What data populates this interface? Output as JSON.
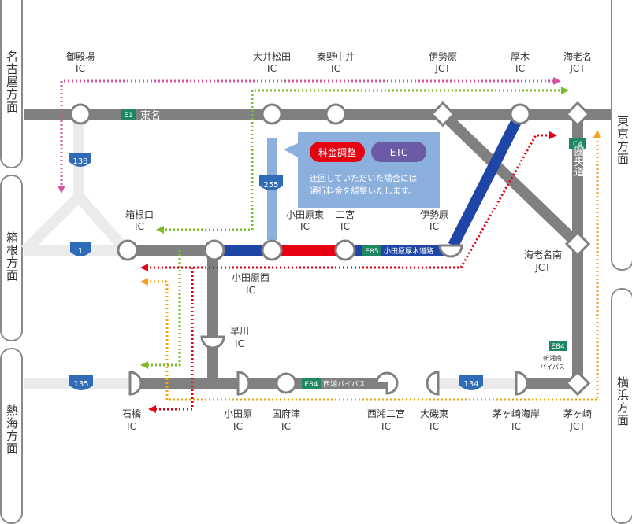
{
  "side": {
    "nagoya": "名古屋方面",
    "hakone": "箱根方面",
    "atami": "熱海方面",
    "tokyo": "東京方面",
    "yokohama": "横浜方面"
  },
  "labels": {
    "gotemba_1": "御殿場",
    "gotemba_2": "IC",
    "oimatsuda_1": "大井松田",
    "oimatsuda_2": "IC",
    "hadano_1": "秦野中井",
    "hadano_2": "IC",
    "isehara_jct_1": "伊勢原",
    "isehara_jct_2": "JCT",
    "atsugi_1": "厚木",
    "atsugi_2": "IC",
    "ebina_jct_1": "海老名",
    "ebina_jct_2": "JCT",
    "hakoneguchi_1": "箱根口",
    "hakoneguchi_2": "IC",
    "odawara_higashi_1": "小田原東",
    "odawara_higashi_2": "IC",
    "ninomiya_1": "二宮",
    "ninomiya_2": "IC",
    "isehara_ic_1": "伊勢原",
    "isehara_ic_2": "IC",
    "ebina_minami_1": "海老名南",
    "ebina_minami_2": "JCT",
    "odawara_nishi_1": "小田原西",
    "odawara_nishi_2": "IC",
    "hayakawa_1": "早川",
    "hayakawa_2": "IC",
    "ishibashi_1": "石橋",
    "ishibashi_2": "IC",
    "odawara_1": "小田原",
    "odawara_2": "IC",
    "kozu_1": "国府津",
    "kozu_2": "IC",
    "nishisho_ninomiya_1": "西湘二宮",
    "nishisho_ninomiya_2": "IC",
    "oiso_higashi_1": "大磯東",
    "oiso_higashi_2": "IC",
    "chigasaki_kaigan_1": "茅ヶ崎海岸",
    "chigasaki_kaigan_2": "IC",
    "chigasaki_jct_1": "茅ヶ崎",
    "chigasaki_jct_2": "JCT"
  },
  "roads": {
    "tomei_code": "E1",
    "tomei_name": "東名",
    "odawara_atsugi_code": "E85",
    "odawara_atsugi_name": "小田原厚木道路",
    "seisho_code": "E84",
    "seisho_name": "西湘バイパス",
    "shinshonan_code": "E84",
    "shinshonan_name_1": "新湘南",
    "shinshonan_name_2": "バイパス",
    "ken_o_code": "C4",
    "ken_o_name": "圏央道",
    "route138": "138",
    "route1": "1",
    "route255": "255",
    "route135": "135",
    "route134": "134"
  },
  "callout": {
    "fee_badge": "料金調整",
    "etc_badge": "ETC",
    "text_1": "迂回していただいた場合には",
    "text_2": "通行料金を調整いたします。"
  },
  "colors": {
    "expressway": "#808080",
    "general_road": "#ebebeb",
    "blue_section": "#1f46a6",
    "red_section": "#e60012",
    "callout_bg": "#8cb0de",
    "route_pink": "#d9529b",
    "route_green": "#7cbd25",
    "route_red": "#e60012",
    "route_orange": "#f5a017",
    "code_badge": "#1e8760",
    "shield": "#2f6bb7"
  }
}
